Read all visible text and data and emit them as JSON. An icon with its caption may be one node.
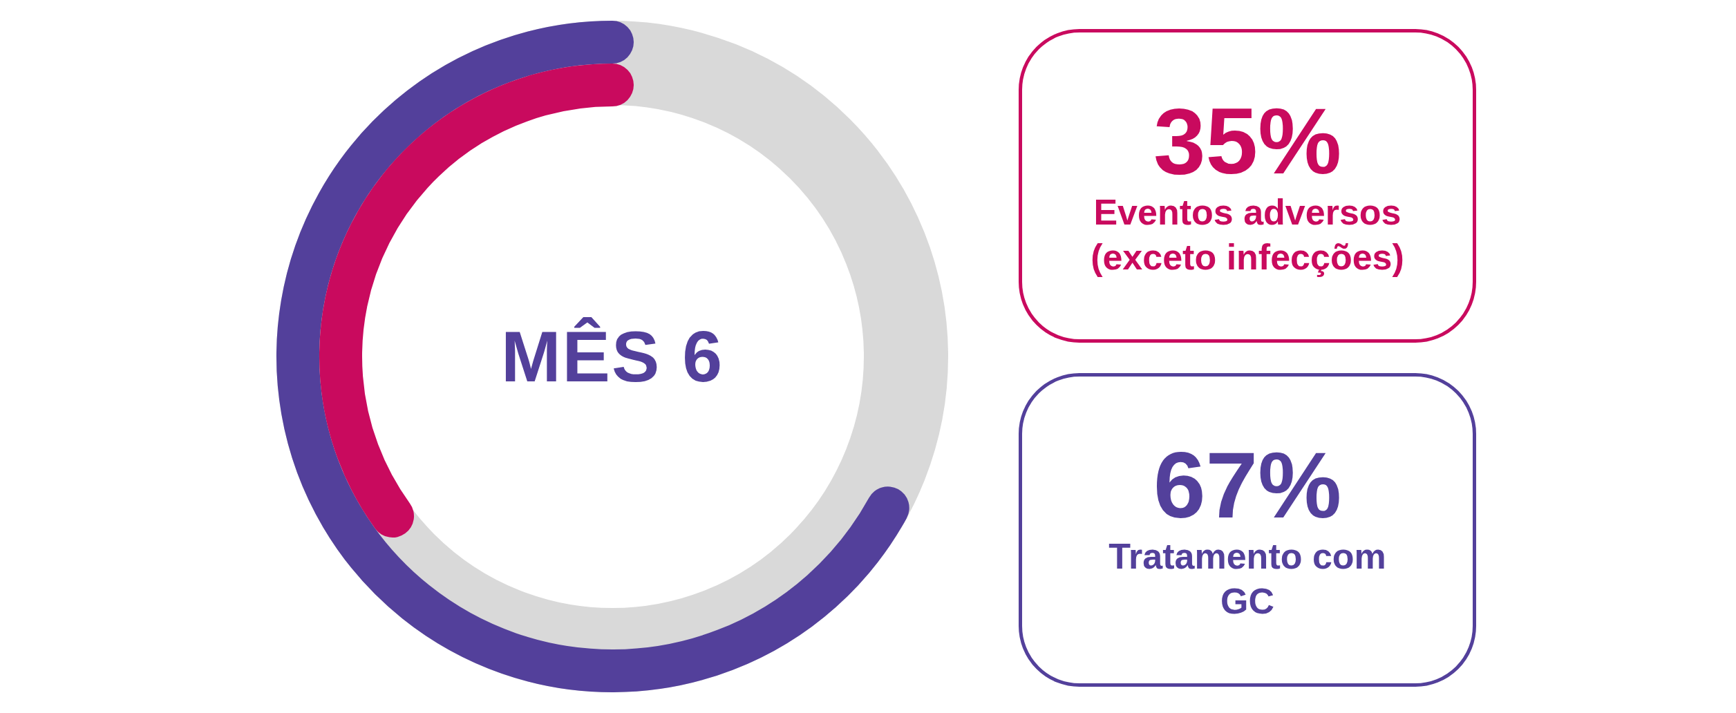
{
  "diagram": {
    "nodes": [
      {
        "text": [
          "35%",
          "Eventos adversos (exceto infecções)"
        ]
      },
      {
        "text": [
          "67%",
          "Tratamento com GC"
        ]
      }
    ],
    "labels": [
      "MÊS 6"
    ]
  }
}
